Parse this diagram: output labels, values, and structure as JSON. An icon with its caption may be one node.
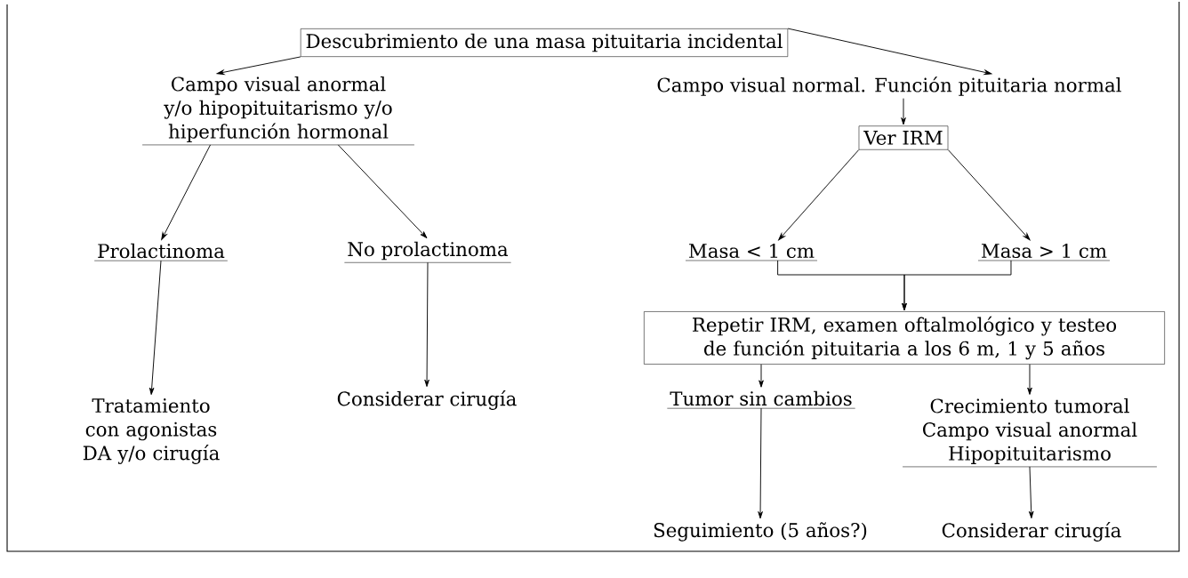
{
  "diagram": {
    "nodes": [
      {
        "text": [
          "Descubrimiento de una masa pituitaria incidental"
        ]
      },
      {
        "text": [
          "Campo visual anormal y/o hipopituitarismo y/o hiperfunción hormonal"
        ]
      },
      {
        "text": [
          "Campo visual normal. Función pituitaria normal"
        ]
      },
      {
        "text": [
          "Ver IRM"
        ]
      },
      {
        "text": [
          "Prolactinoma"
        ]
      },
      {
        "text": [
          "No prolactinoma"
        ]
      },
      {
        "text": [
          "Tratamiento con agonistas DA y/o cirugía"
        ]
      },
      {
        "text": [
          "Considerar cirugía"
        ]
      },
      {
        "text": [
          "Masa < 1 cm"
        ]
      },
      {
        "text": [
          "Masa > 1 cm"
        ]
      },
      {
        "text": [
          "Repetir IRM, examen oftalmológico y testeo de función pituitaria a los 6 m, 1 y 5 años"
        ]
      },
      {
        "text": [
          "Tumor sin cambios"
        ]
      },
      {
        "text": [
          "Crecimiento tumoral Campo visual anormal Hipopituitarismo"
        ]
      },
      {
        "text": [
          "Seguimiento (5 años?)"
        ]
      },
      {
        "text": [
          "Considerar cirugía"
        ]
      }
    ],
    "edges": [
      {
        "from": 0,
        "to": 1,
        "arrow": "to"
      },
      {
        "from": 0,
        "to": 2,
        "arrow": "to"
      },
      {
        "from": 2,
        "to": 3,
        "arrow": "to"
      },
      {
        "from": 1,
        "to": 4,
        "arrow": "to"
      },
      {
        "from": 1,
        "to": 5,
        "arrow": "to"
      },
      {
        "from": 3,
        "to": 8,
        "arrow": "to"
      },
      {
        "from": 3,
        "to": 9,
        "arrow": "to"
      },
      {
        "from": 4,
        "to": 6,
        "arrow": "to"
      },
      {
        "from": 5,
        "to": 7,
        "arrow": "to"
      },
      {
        "from": 8,
        "to": 10,
        "arrow": "to"
      },
      {
        "from": 9,
        "to": 10,
        "arrow": "to"
      },
      {
        "from": 10,
        "to": 11,
        "arrow": "to"
      },
      {
        "from": 10,
        "to": 12,
        "arrow": "to"
      },
      {
        "from": 11,
        "to": 13,
        "arrow": "to"
      },
      {
        "from": 12,
        "to": 14,
        "arrow": "to"
      }
    ]
  }
}
